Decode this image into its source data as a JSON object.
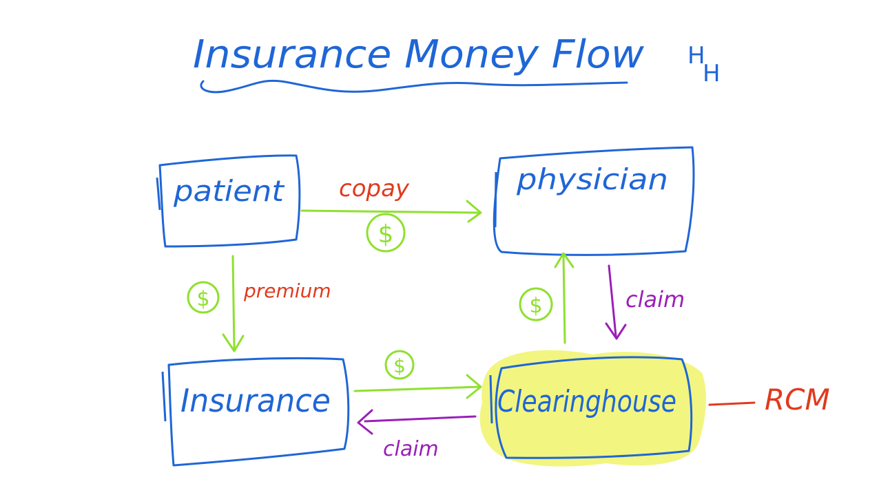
{
  "title": "Insurance Money Flow",
  "signature": "HH",
  "colors": {
    "ink_blue": "#1f66d6",
    "money_green": "#8fe02e",
    "label_red": "#e03a1e",
    "claim_purple": "#9a1fb8",
    "highlight_yellow": "#f2f57a"
  },
  "nodes": {
    "patient": "patient",
    "physician": "physician",
    "insurance": "Insurance",
    "clearinghouse": "Clearinghouse"
  },
  "edges": {
    "copay": {
      "label": "copay",
      "money": "$",
      "from": "patient",
      "to": "physician"
    },
    "premium": {
      "label": "premium",
      "money": "$",
      "from": "patient",
      "to": "insurance"
    },
    "insurance_pay": {
      "money": "$",
      "from": "insurance",
      "to": "clearinghouse"
    },
    "claim_to_insurance": {
      "label": "claim",
      "from": "clearinghouse",
      "to": "insurance"
    },
    "claim_from_physician": {
      "label": "claim",
      "from": "physician",
      "to": "clearinghouse"
    },
    "clearinghouse_pay": {
      "money": "$",
      "from": "clearinghouse",
      "to": "physician"
    }
  },
  "side_note": "RCM"
}
